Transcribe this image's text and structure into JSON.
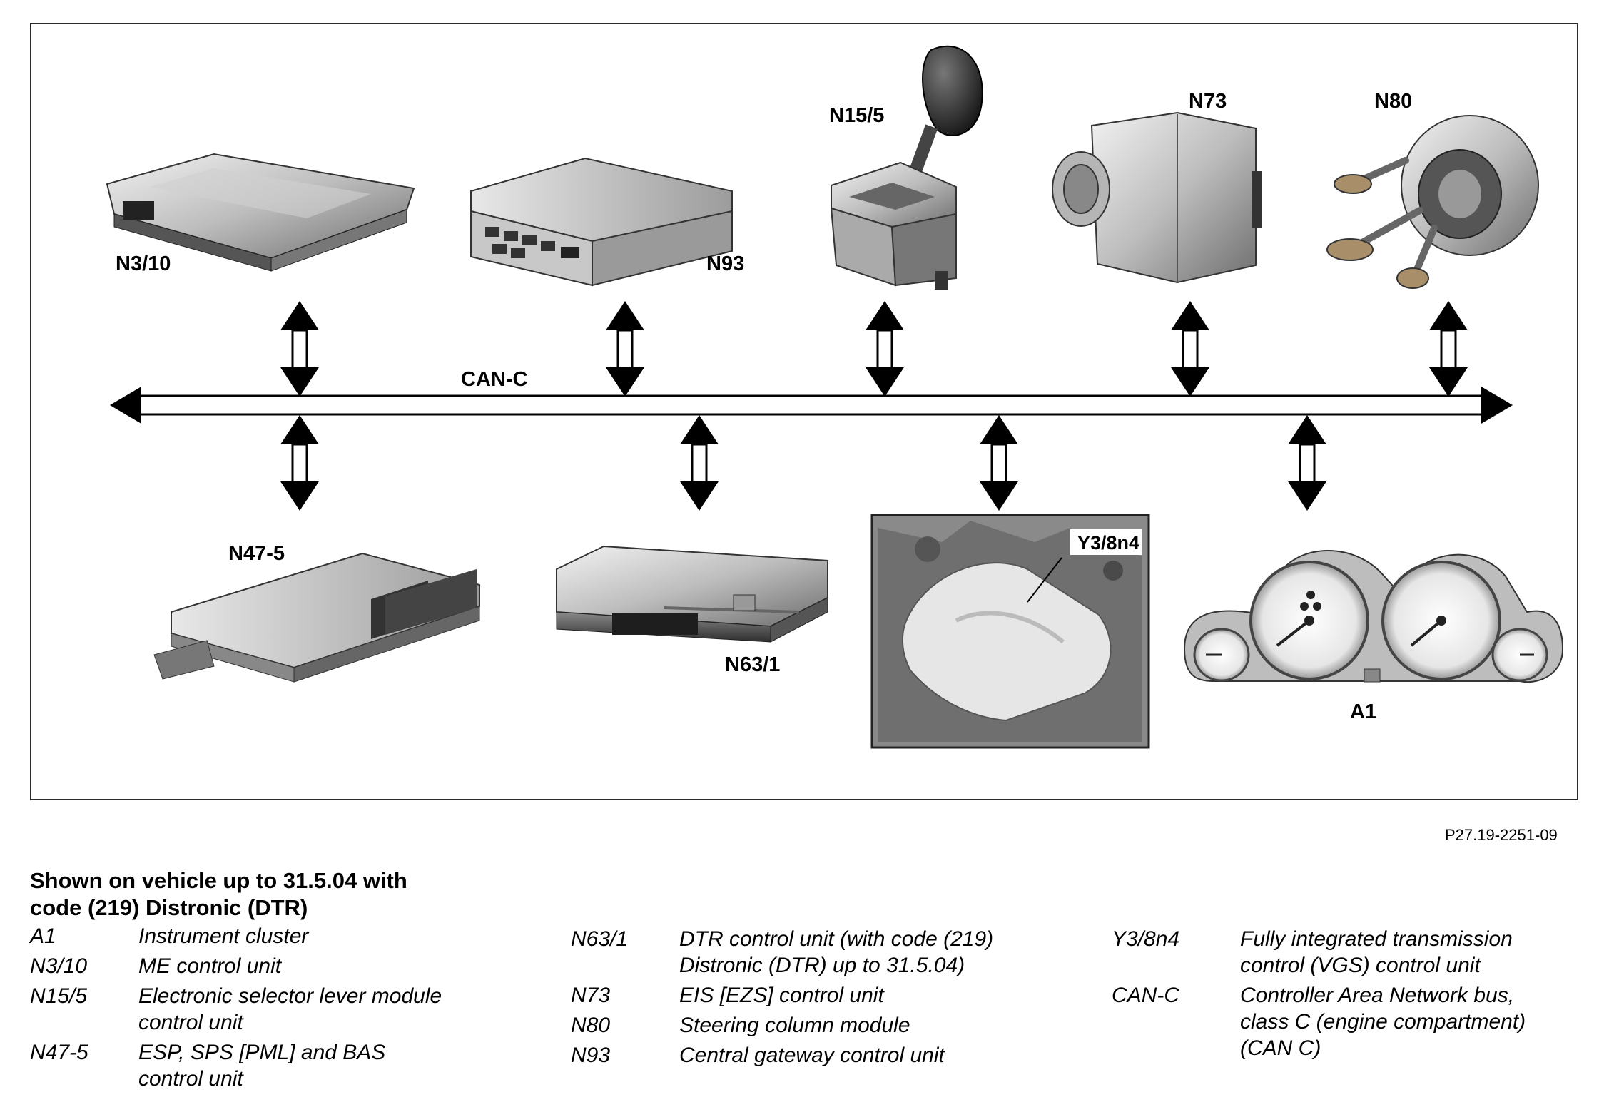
{
  "diagram": {
    "bus_label": "CAN-C",
    "top_components": [
      {
        "code": "N3/10",
        "name": "me-control-unit"
      },
      {
        "code": "N93",
        "name": "central-gateway"
      },
      {
        "code": "N15/5",
        "name": "selector-lever-module"
      },
      {
        "code": "N73",
        "name": "eis-control-unit"
      },
      {
        "code": "N80",
        "name": "steering-column-module"
      }
    ],
    "bottom_components": [
      {
        "code": "N47-5",
        "name": "esp-control-unit"
      },
      {
        "code": "N63/1",
        "name": "dtr-control-unit"
      },
      {
        "code": "Y3/8n4",
        "name": "vgs-control-unit"
      },
      {
        "code": "A1",
        "name": "instrument-cluster"
      }
    ]
  },
  "reference": "P27.19-2251-09",
  "caption": {
    "line1": "Shown on vehicle up to 31.5.04 with",
    "line2": "code (219) Distronic (DTR)"
  },
  "legend": {
    "col1": [
      {
        "code": "A1",
        "desc_lines": [
          "Instrument cluster"
        ]
      },
      {
        "code": "N3/10",
        "desc_lines": [
          "ME control unit"
        ]
      },
      {
        "code": "N15/5",
        "desc_lines": [
          "Electronic selector lever module",
          "control unit"
        ]
      },
      {
        "code": "N47-5",
        "desc_lines": [
          "ESP, SPS [PML] and BAS",
          "control unit"
        ]
      }
    ],
    "col2": [
      {
        "code": "N63/1",
        "desc_lines": [
          "DTR control unit (with code (219)",
          "Distronic (DTR) up to 31.5.04)"
        ]
      },
      {
        "code": "N73",
        "desc_lines": [
          "EIS [EZS] control unit"
        ]
      },
      {
        "code": "N80",
        "desc_lines": [
          "Steering column module"
        ]
      },
      {
        "code": "N93",
        "desc_lines": [
          "Central gateway control unit"
        ]
      }
    ],
    "col3": [
      {
        "code": "Y3/8n4",
        "desc_lines": [
          "Fully integrated transmission",
          "control (VGS) control unit"
        ]
      },
      {
        "code": "CAN-C",
        "desc_lines": [
          "Controller Area Network bus,",
          "class C (engine compartment)",
          "(CAN C)"
        ]
      }
    ]
  }
}
